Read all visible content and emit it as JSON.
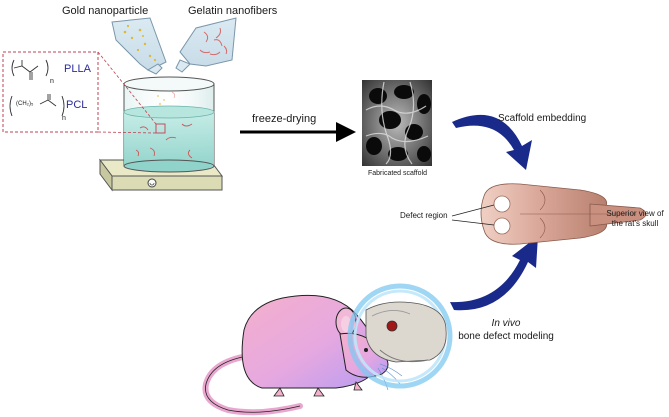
{
  "labels": {
    "gold_nanoparticle": "Gold nanoparticle",
    "gelatin_nanofibers": "Gelatin nanofibers",
    "plla": "PLLA",
    "pcl": "PCL",
    "freeze_drying": "freeze-drying",
    "fabricated_scaffold": "Fabricated scaffold",
    "scaffold_embedding": "Scaffold embedding",
    "defect_region": "Defect region",
    "superior_view_line1": "Superior view of",
    "superior_view_line2": "the rat's skull",
    "in_vivo": "In vivo",
    "bone_defect_modeling": "bone defect modeling"
  },
  "formula": {
    "plla_subscript": "n",
    "pcl_subscript": "n",
    "pcl_chain": "(CH₂)₅"
  },
  "colors": {
    "polymer_label": "#2b2b9e",
    "arrow_blue": "#1a2a8a",
    "liquid": "#9fdcd5",
    "rat_body_top": "#f0a8c8",
    "rat_body_bottom": "#c8a0f0",
    "skull_bone": "#d9a89a",
    "halo": "#7fc8f0",
    "dashed_box": "#c04050"
  }
}
